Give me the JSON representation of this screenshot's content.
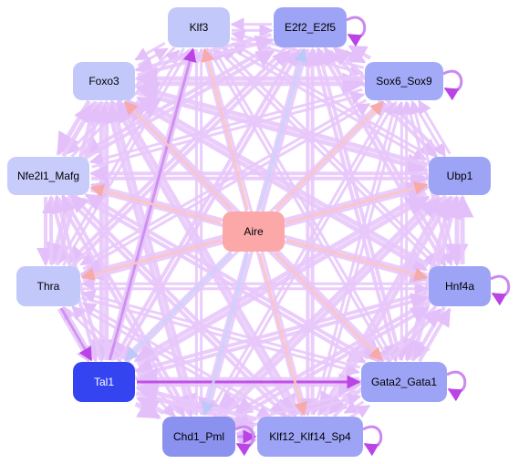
{
  "graph": {
    "nodes": [
      {
        "id": "klf3",
        "label": "Klf3",
        "fill": "#c3c8fb",
        "text": "#000000"
      },
      {
        "id": "e2f2",
        "label": "E2f2_E2f5",
        "fill": "#9ea4f5",
        "text": "#000000"
      },
      {
        "id": "foxo3",
        "label": "Foxo3",
        "fill": "#c3c8fb",
        "text": "#000000"
      },
      {
        "id": "sox6",
        "label": "Sox6_Sox9",
        "fill": "#a3aaf7",
        "text": "#000000"
      },
      {
        "id": "nfe2l1",
        "label": "Nfe2l1_Mafg",
        "fill": "#c8ccfb",
        "text": "#000000"
      },
      {
        "id": "ubp1",
        "label": "Ubp1",
        "fill": "#9ea4f5",
        "text": "#000000"
      },
      {
        "id": "aire",
        "label": "Aire",
        "fill": "#fca8a8",
        "text": "#000000"
      },
      {
        "id": "thra",
        "label": "Thra",
        "fill": "#c3c8fb",
        "text": "#000000"
      },
      {
        "id": "hnf4a",
        "label": "Hnf4a",
        "fill": "#9ea4f5",
        "text": "#000000"
      },
      {
        "id": "tal1",
        "label": "Tal1",
        "fill": "#3444f0",
        "text": "#ffffff"
      },
      {
        "id": "gata2",
        "label": "Gata2_Gata1",
        "fill": "#9ea4f5",
        "text": "#000000"
      },
      {
        "id": "chd1",
        "label": "Chd1_Pml",
        "fill": "#8a91ee",
        "text": "#000000"
      },
      {
        "id": "klf12",
        "label": "Klf12_Klf14_Sp4",
        "fill": "#9ea4f5",
        "text": "#000000"
      }
    ],
    "colors": {
      "edge_default": "#e8c8fb",
      "edge_strong": "#cc88f0",
      "edge_aire": "#fbc4c4",
      "edge_aire_neg": "#c8d4fb",
      "edge_tal1_gata2": "#bb44e6"
    },
    "self_loops": [
      "e2f2",
      "sox6",
      "hnf4a",
      "gata2",
      "klf12",
      "chd1"
    ],
    "aire_edges": [
      {
        "to": "klf3",
        "kind": "pos"
      },
      {
        "to": "e2f2",
        "kind": "neg"
      },
      {
        "to": "foxo3",
        "kind": "pos"
      },
      {
        "to": "sox6",
        "kind": "pos"
      },
      {
        "to": "nfe2l1",
        "kind": "pos"
      },
      {
        "to": "ubp1",
        "kind": "pos"
      },
      {
        "to": "thra",
        "kind": "pos"
      },
      {
        "to": "hnf4a",
        "kind": "pos"
      },
      {
        "to": "tal1",
        "kind": "neg"
      },
      {
        "to": "gata2",
        "kind": "pos"
      },
      {
        "to": "chd1",
        "kind": "neg"
      },
      {
        "to": "klf12",
        "kind": "pos"
      }
    ],
    "strong_edges": [
      [
        "tal1",
        "klf3"
      ],
      [
        "tal1",
        "gata2"
      ],
      [
        "chd1",
        "klf12"
      ],
      [
        "thra",
        "tal1"
      ]
    ]
  }
}
